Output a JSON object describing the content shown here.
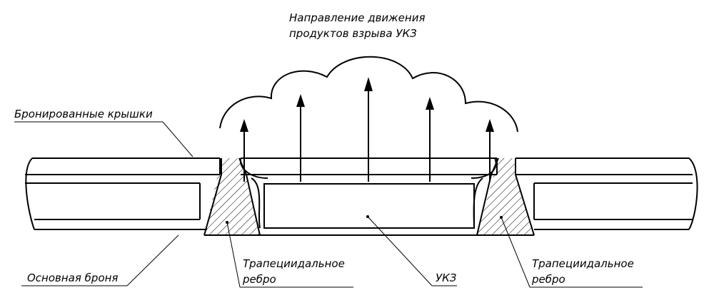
{
  "labels": {
    "direction_line1": "Направление движения",
    "direction_line2": "продуктов взрыва УКЗ",
    "armored_covers": "Бронированные крышки",
    "main_armor": "Основная броня",
    "trap_rib_left_1": "Трапециидальное",
    "trap_rib_left_2": "ребро",
    "ukz": "УКЗ",
    "trap_rib_right_1": "Трапециидальное",
    "trap_rib_right_2": "ребро"
  },
  "colors": {
    "line": "#000000",
    "background": "#ffffff"
  }
}
